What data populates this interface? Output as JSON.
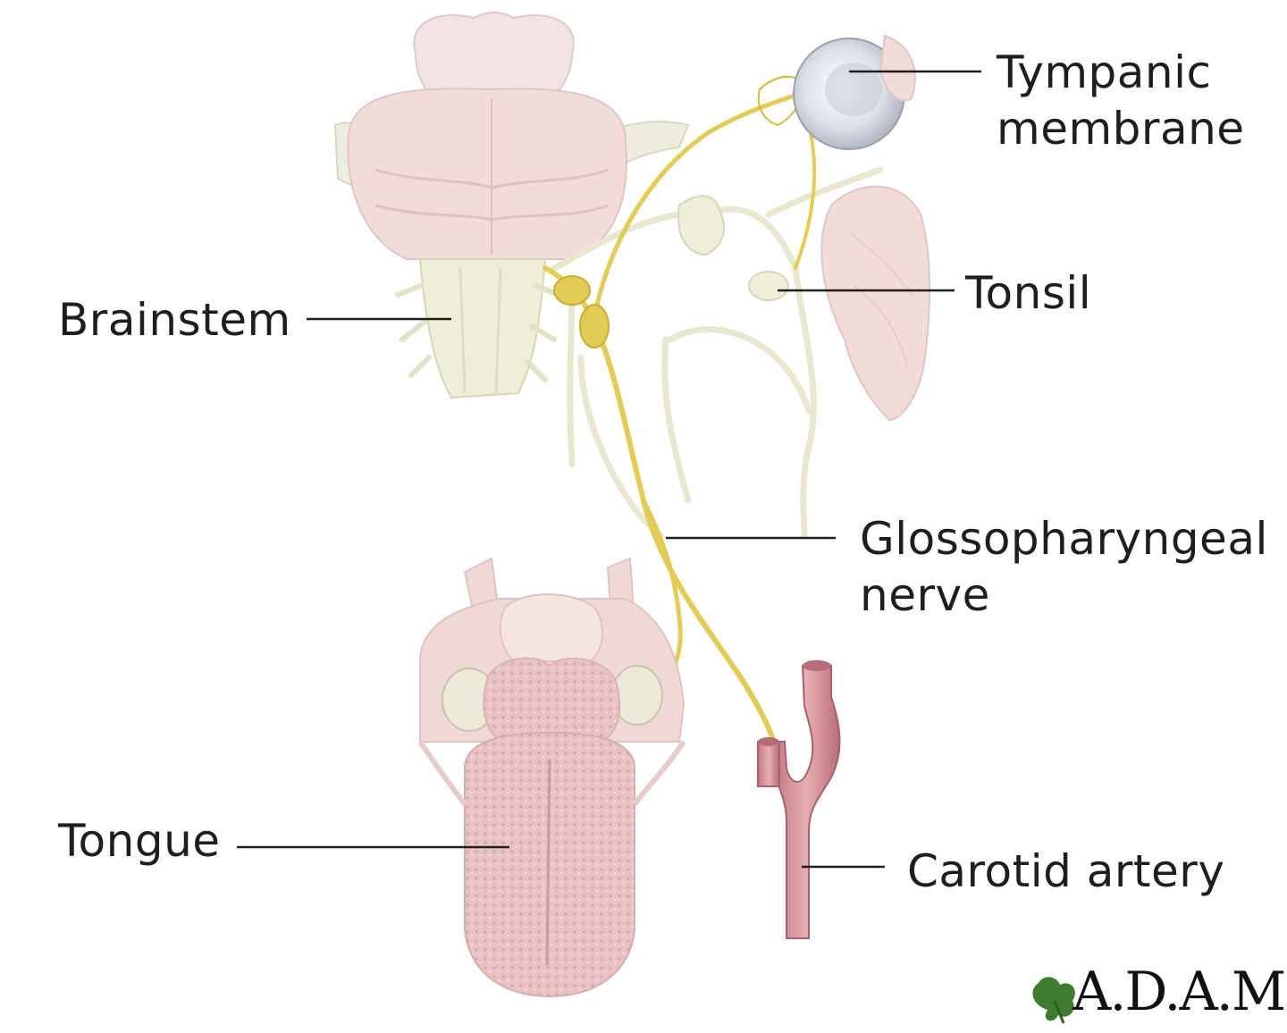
{
  "labels": {
    "tympanic": [
      "Tympanic",
      "membrane"
    ],
    "tonsil": "Tonsil",
    "brainstem": "Brainstem",
    "glossopharyngeal": [
      "Glossopharyngeal",
      "nerve"
    ],
    "tongue": "Tongue",
    "carotid": "Carotid artery"
  },
  "logo": {
    "text": "A.D.A.M."
  },
  "colors": {
    "nerve": "#e3cc55",
    "nerve_dark": "#c9ad2f",
    "pale_nerve": "#e9e7cf",
    "brain": "#f1dcd9",
    "tongue": "#ecc3c3",
    "artery": "#d28e93",
    "tympanic": "#d9dde6",
    "leader": "#1e1e1e"
  }
}
